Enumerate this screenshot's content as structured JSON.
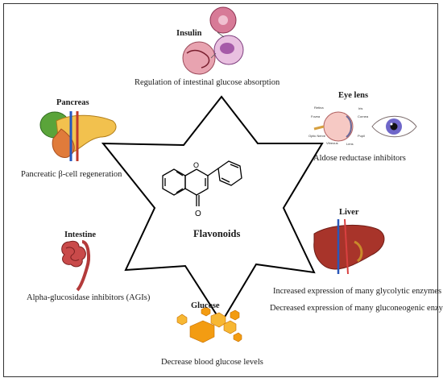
{
  "center": {
    "title": "Flavonoids",
    "structure_label": "O"
  },
  "nodes": [
    {
      "key": "insulin",
      "title": "Insulin",
      "desc": [
        "Regulation of intestinal glucose absorption"
      ]
    },
    {
      "key": "eye",
      "title": "Eye lens",
      "desc": [
        "Aldose  reductase inhibitors"
      ]
    },
    {
      "key": "liver",
      "title": "Liver",
      "desc": [
        "Increased expression of many glycolytic enzymes",
        "Decreased expression of many gluconeogenic enzymes"
      ]
    },
    {
      "key": "glucose",
      "title": "Glucose",
      "desc": [
        "Decrease blood glucose levels"
      ]
    },
    {
      "key": "intestine",
      "title": "Intestine",
      "desc": [
        "Alpha-glucosidase inhibitors (AGIs)"
      ]
    },
    {
      "key": "pancreas",
      "title": "Pancreas",
      "desc": [
        "Pancreatic β-cell regeneration"
      ]
    }
  ],
  "eye_diagram_labels": [
    "Retina",
    "Fovea",
    "Optic Nerve",
    "Vitreous",
    "Iris",
    "Lens",
    "Cornea",
    "Pupil"
  ],
  "colors": {
    "star_stroke": "#000000",
    "border": "#333333",
    "organ_red": "#c0392b",
    "glucose_orange": "#f39c12"
  }
}
